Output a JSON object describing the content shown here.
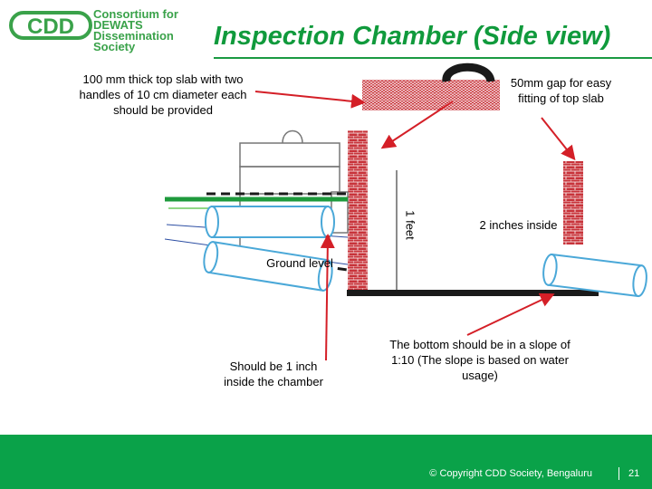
{
  "header": {
    "logo_text": "CDD",
    "org_lines": [
      "Consortium for",
      "DEWATS",
      "Dissemination",
      "Society"
    ],
    "title": "Inspection Chamber (Side view)"
  },
  "annotations": {
    "top_slab": [
      "100 mm thick top slab with two",
      "handles of 10 cm diameter each",
      "should be provided"
    ],
    "gap": [
      "50mm gap for easy",
      "fitting of top slab"
    ],
    "depth": "1 feet",
    "inside": "2 inches inside",
    "ground": "Ground level",
    "inlet": [
      "Should be 1 inch",
      "inside the chamber"
    ],
    "bottom": [
      "The bottom should be in a slope of",
      "1:10 (The slope is based on water",
      "usage)"
    ]
  },
  "footer": {
    "copyright": "© Copyright CDD Society, Bengaluru",
    "page": "21"
  },
  "colors": {
    "green": "#0aa249",
    "brick": "#c0392b",
    "arrow": "#d41f27",
    "pipe": "#4aa8d8"
  }
}
